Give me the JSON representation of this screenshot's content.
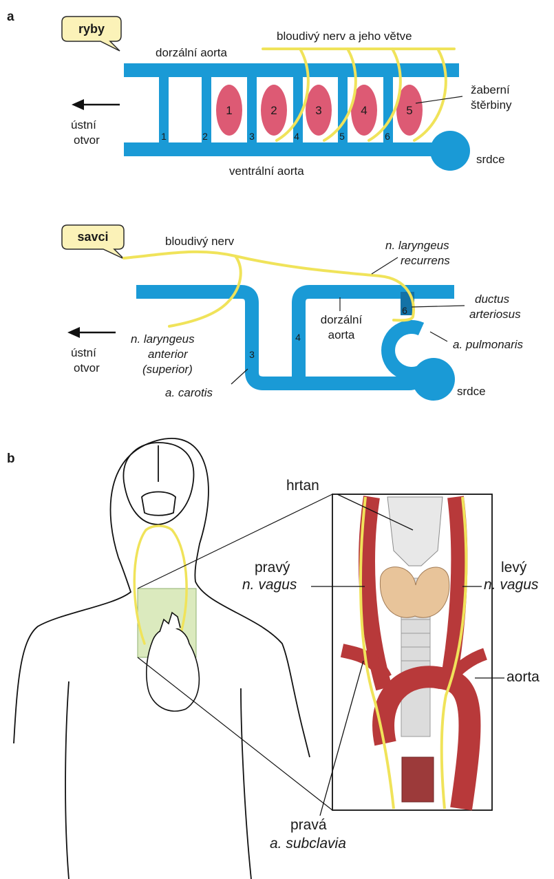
{
  "panels": {
    "a": "a",
    "b": "b"
  },
  "fish": {
    "tag": "ryby",
    "dorsal_aorta": "dorzální aorta",
    "ventral_aorta": "ventrální aorta",
    "vagus_branches": "bloudivý nerv a jeho větve",
    "gill_slits_1": "žaberní",
    "gill_slits_2": "štěrbiny",
    "mouth_1": "ústní",
    "mouth_2": "otvor",
    "heart": "srdce",
    "slits": [
      "1",
      "2",
      "3",
      "4",
      "5"
    ],
    "arches": [
      "1",
      "2",
      "3",
      "4",
      "5",
      "6"
    ]
  },
  "mammal": {
    "tag": "savci",
    "vagus": "bloudivý nerv",
    "recurrent_1": "n. laryngeus",
    "recurrent_2": "recurrens",
    "ductus_1": "ductus",
    "ductus_2": "arteriosus",
    "dorsal_aorta_1": "dorzální",
    "dorsal_aorta_2": "aorta",
    "pulmonaris": "a. pulmonaris",
    "anterior_1": "n. laryngeus",
    "anterior_2": "anterior",
    "anterior_3": "(superior)",
    "mouth_1": "ústní",
    "mouth_2": "otvor",
    "carotis": "a. carotis",
    "heart": "srdce",
    "arches": [
      "3",
      "4",
      "6"
    ]
  },
  "human": {
    "larynx": "hrtan",
    "right_vagus_1": "pravý",
    "right_vagus_2": "n. vagus",
    "left_vagus_1": "levý",
    "left_vagus_2": "n. vagus",
    "aorta": "aorta",
    "subclavia_1": "pravá",
    "subclavia_2": "a. subclavia"
  },
  "colors": {
    "vessel": "#1a9ad6",
    "vessel_dark": "#1372a6",
    "nerve": "#f0e35a",
    "gill": "#dd5a74",
    "tag_fill": "#fbf2b8",
    "artery": "#b8393a",
    "thyroid": "#e8c49a",
    "highlight": "#cfe3a8"
  }
}
